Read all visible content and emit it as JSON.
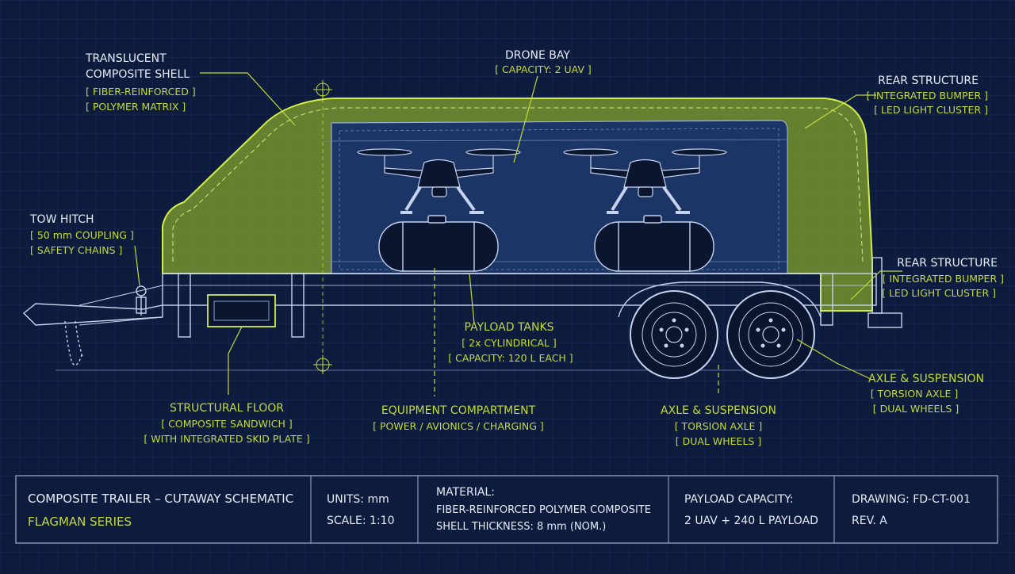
{
  "colors": {
    "background": "#0d1b3d",
    "accent_green": "#c3da3a",
    "line_white": "#e6ecf6",
    "grid": "#1c2d57"
  },
  "callouts": {
    "shell": {
      "title1": "TRANSLUCENT",
      "title2": "COMPOSITE SHELL",
      "line1": "[ FIBER-REINFORCED ]",
      "line2": "[ POLYMER MATRIX ]"
    },
    "drone_bay": {
      "title": "DRONE BAY",
      "line1": "[ CAPACITY: 2 UAV ]"
    },
    "rear_top": {
      "title": "REAR STRUCTURE",
      "line1": "[ INTEGRATED BUMPER ]",
      "line2": "[ LED LIGHT CLUSTER ]"
    },
    "rear_mid": {
      "title": "REAR STRUCTURE",
      "line1": "[ INTEGRATED BUMPER ]",
      "line2": "[ LED LIGHT CLUSTER ]"
    },
    "tow_hitch": {
      "title": "TOW HITCH",
      "line1": "[ 50 mm COUPLING ]",
      "line2": "[ SAFETY CHAINS ]"
    },
    "payload_tanks": {
      "title": "PAYLOAD TANKS",
      "line1": "[ 2x CYLINDRICAL ]",
      "line2": "[ CAPACITY: 120 L EACH ]"
    },
    "axle_right": {
      "title": "AXLE & SUSPENSION",
      "line1": "[ TORSION AXLE ]",
      "line2": "[ DUAL WHEELS ]"
    },
    "structural_floor": {
      "title": "STRUCTURAL FLOOR",
      "line1": "[ COMPOSITE SANDWICH ]",
      "line2": "[ WITH INTEGRATED SKID PLATE ]"
    },
    "equipment": {
      "title": "EQUIPMENT COMPARTMENT",
      "line1": "[ POWER / AVIONICS / CHARGING ]"
    },
    "axle_center": {
      "title": "AXLE & SUSPENSION",
      "line1": "[ TORSION AXLE ]",
      "line2": "[ DUAL WHEELS ]"
    }
  },
  "title_block": {
    "title": "COMPOSITE TRAILER – CUTAWAY SCHEMATIC",
    "series": "FLAGMAN SERIES",
    "units": "UNITS: mm",
    "scale": "SCALE: 1:10",
    "material_label": "MATERIAL:",
    "material_value": "FIBER-REINFORCED POLYMER COMPOSITE",
    "shell_thickness": "SHELL THICKNESS: 8 mm (NOM.)",
    "payload_label": "PAYLOAD CAPACITY:",
    "payload_value": "2 UAV + 240 L PAYLOAD",
    "drawing": "DRAWING:  FD-CT-001",
    "revision": "REV. A"
  }
}
